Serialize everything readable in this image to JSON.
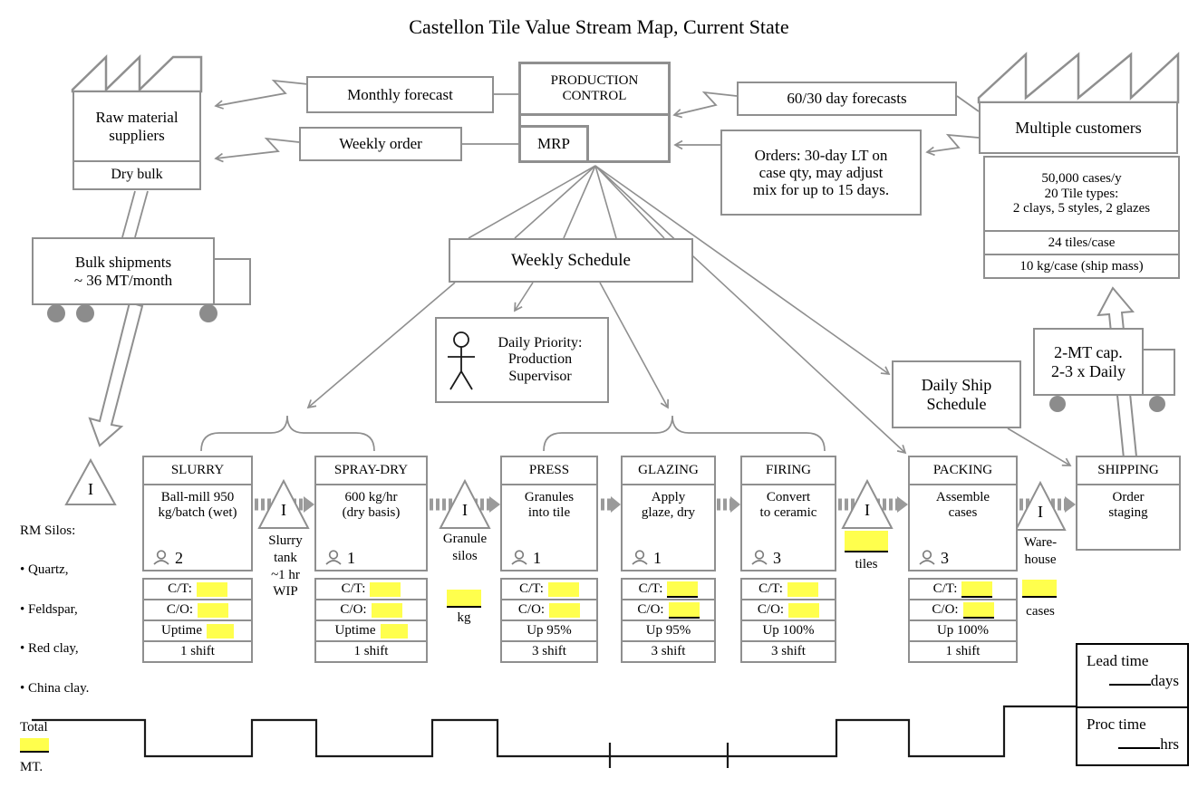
{
  "title": "Castellon Tile Value Stream Map, Current State",
  "colors": {
    "highlight": "#ffff4d",
    "line_gray": "#8f8f8f",
    "line_black": "#1a1a1a"
  },
  "supplier": {
    "name": "Raw material\nsuppliers",
    "sub": "Dry bulk"
  },
  "customer": {
    "name": "Multiple customers",
    "demand": "50,000 cases/y\n20 Tile types:\n2 clays, 5 styles, 2 glazes",
    "per_case": "24 tiles/case",
    "mass": "10 kg/case (ship mass)"
  },
  "production_control": {
    "title": "PRODUCTION\nCONTROL",
    "mrp": "MRP"
  },
  "info": {
    "monthly_forecast": "Monthly forecast",
    "weekly_order": "Weekly order",
    "forecasts": "60/30 day forecasts",
    "orders": "Orders: 30-day LT on\ncase qty, may adjust\nmix for up to 15 days.",
    "weekly_schedule": "Weekly Schedule",
    "daily_priority": "Daily Priority:\nProduction\nSupervisor",
    "daily_ship": "Daily Ship\nSchedule"
  },
  "trucks": {
    "inbound": "Bulk shipments\n~ 36 MT/month",
    "outbound": "2-MT cap.\n2-3 x Daily"
  },
  "inventory": {
    "symbol": "I",
    "rm": {
      "title": "RM Silos:",
      "bullets": [
        "• Quartz,",
        "• Feldspar,",
        "• Red clay,",
        "• China clay."
      ],
      "total_prefix": "Total",
      "total_suffix": "MT."
    },
    "slurry_tank": "Slurry\ntank\n~1 hr\nWIP",
    "granule": {
      "label": "Granule\nsilos",
      "unit": "kg"
    },
    "tiles": {
      "unit": "tiles"
    },
    "warehouse": {
      "label": "Ware-\nhouse",
      "unit": "cases"
    }
  },
  "processes": [
    {
      "name": "SLURRY",
      "desc": "Ball-mill 950\nkg/batch (wet)",
      "operators": "2",
      "rows": [
        {
          "label": "C/T:",
          "blank": "plain"
        },
        {
          "label": "C/O:",
          "blank": "plain"
        },
        {
          "label": "Uptime",
          "blank": "plain"
        },
        {
          "label": "1 shift",
          "blank": null
        }
      ]
    },
    {
      "name": "SPRAY-DRY",
      "desc": "600 kg/hr\n(dry basis)",
      "operators": "1",
      "rows": [
        {
          "label": "C/T:",
          "blank": "plain"
        },
        {
          "label": "C/O:",
          "blank": "plain"
        },
        {
          "label": "Uptime",
          "blank": "plain"
        },
        {
          "label": "1 shift",
          "blank": null
        }
      ]
    },
    {
      "name": "PRESS",
      "desc": "Granules\ninto tile",
      "operators": "1",
      "rows": [
        {
          "label": "C/T:",
          "blank": "plain"
        },
        {
          "label": "C/O:",
          "blank": "plain"
        },
        {
          "label": "Up 95%",
          "blank": null
        },
        {
          "label": "3 shift",
          "blank": null
        }
      ]
    },
    {
      "name": "GLAZING",
      "desc": "Apply\nglaze, dry",
      "operators": "1",
      "rows": [
        {
          "label": "C/T:",
          "blank": "underline"
        },
        {
          "label": "C/O:",
          "blank": "underline"
        },
        {
          "label": "Up 95%",
          "blank": null
        },
        {
          "label": "3 shift",
          "blank": null
        }
      ]
    },
    {
      "name": "FIRING",
      "desc": "Convert\nto ceramic",
      "operators": "3",
      "rows": [
        {
          "label": "C/T:",
          "blank": "plain"
        },
        {
          "label": "C/O:",
          "blank": "plain"
        },
        {
          "label": "Up 100%",
          "blank": null
        },
        {
          "label": "3 shift",
          "blank": null
        }
      ]
    },
    {
      "name": "PACKING",
      "desc": "Assemble\ncases",
      "operators": "3",
      "rows": [
        {
          "label": "C/T:",
          "blank": "underline"
        },
        {
          "label": "C/O:",
          "blank": "underline"
        },
        {
          "label": "Up 100%",
          "blank": null
        },
        {
          "label": "1 shift",
          "blank": null
        }
      ]
    },
    {
      "name": "SHIPPING",
      "desc": "Order\nstaging",
      "operators": null,
      "rows": []
    }
  ],
  "timeline": {
    "lead_label": "Lead time",
    "lead_unit": "days",
    "proc_label": "Proc time",
    "proc_unit": "hrs"
  }
}
